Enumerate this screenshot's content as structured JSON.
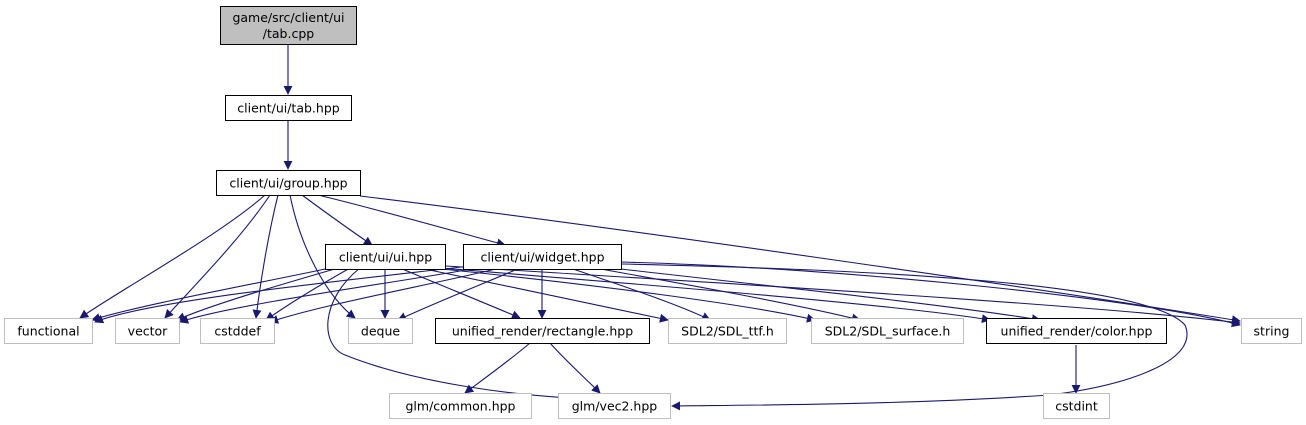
{
  "colors": {
    "edge": "#191970",
    "root_fill": "#bfbfbf",
    "node_border": "#000000",
    "external_border": "#bfbfbf",
    "node_fill": "#ffffff"
  },
  "nodes": {
    "tab_cpp": {
      "line1": "game/src/client/ui",
      "line2": "/tab.cpp"
    },
    "tab_hpp": "client/ui/tab.hpp",
    "group_hpp": "client/ui/group.hpp",
    "ui_hpp": "client/ui/ui.hpp",
    "widget_hpp": "client/ui/widget.hpp",
    "functional": "functional",
    "vector": "vector",
    "cstddef": "cstddef",
    "deque": "deque",
    "rectangle_hpp": "unified_render/rectangle.hpp",
    "sdl_ttf": "SDL2/SDL_ttf.h",
    "sdl_surface": "SDL2/SDL_surface.h",
    "color_hpp": "unified_render/color.hpp",
    "string": "string",
    "glm_common": "glm/common.hpp",
    "glm_vec2": "glm/vec2.hpp",
    "cstdint": "cstdint"
  }
}
